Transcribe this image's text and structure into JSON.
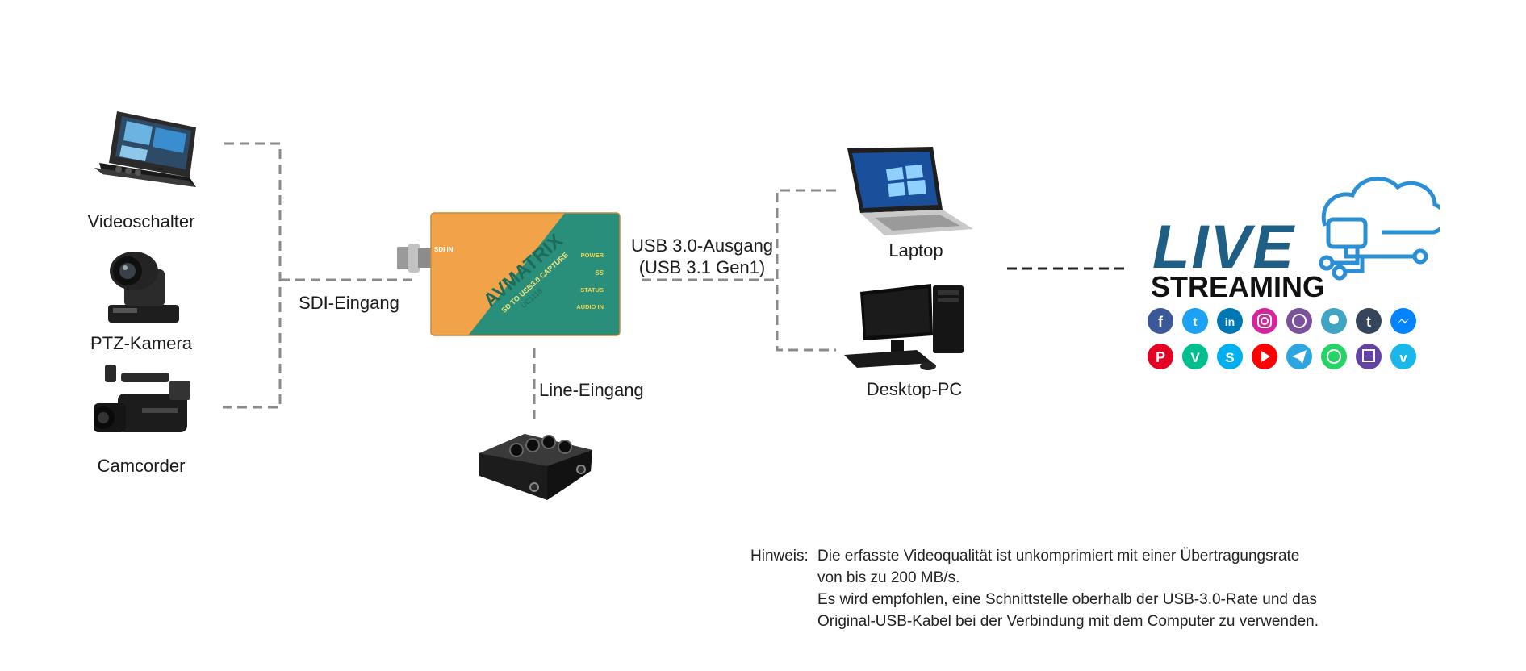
{
  "sources": {
    "video_switcher": "Videoschalter",
    "ptz_camera": "PTZ-Kamera",
    "camcorder": "Camcorder"
  },
  "input_label": "SDI-Eingang",
  "device": {
    "brand": "AVMATRIX",
    "model_line": "SD TO USB3.0 CAPTURE",
    "model": "UC1118",
    "port_sdi": "SDI IN",
    "led_power": "POWER",
    "led_ss": "SS",
    "led_status": "STATUS",
    "led_audio": "AUDIO IN",
    "colors": {
      "orange": "#f2a34a",
      "teal": "#2a8f7a"
    }
  },
  "output_label_line1": "USB 3.0-Ausgang",
  "output_label_line2": "(USB 3.1 Gen1)",
  "line_in_label": "Line-Eingang",
  "targets": {
    "laptop": "Laptop",
    "desktop": "Desktop-PC"
  },
  "streaming": {
    "word1": "LIVE",
    "word2": "STREAMING",
    "icons_row1": [
      "facebook-icon",
      "twitter-icon",
      "linkedin-icon",
      "instagram-icon",
      "viber-icon",
      "periscope-icon",
      "tumblr-icon",
      "messenger-icon"
    ],
    "icons_row2": [
      "pinterest-icon",
      "vine-icon",
      "skype-icon",
      "youtube-icon",
      "telegram-icon",
      "whatsapp-icon",
      "twitch-icon",
      "vimeo-icon"
    ],
    "colors": {
      "live": "#1f5f86",
      "cloud": "#2b8fd6",
      "ink": "#111111"
    }
  },
  "note": {
    "label": "Hinweis:",
    "line1": "Die erfasste Videoqualität ist unkomprimiert mit einer Übertragungsrate",
    "line2": "von bis zu 200 MB/s.",
    "line3": "Es wird empfohlen, eine Schnittstelle oberhalb der USB-3.0-Rate und das",
    "line4": "Original-USB-Kabel bei der Verbindung mit dem Computer zu verwenden."
  }
}
